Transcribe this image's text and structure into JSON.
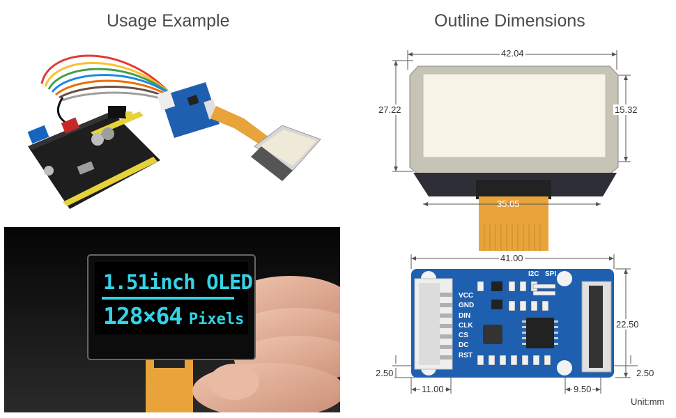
{
  "titles": {
    "left": "Usage Example",
    "right": "Outline Dimensions"
  },
  "oled_screen": {
    "line1": "1.51inch OLED",
    "line2_big": "128×64",
    "line2_small": "Pixels",
    "text_color": "#34d3e6"
  },
  "top_dims": {
    "width": "42.04",
    "height": "27.22",
    "active_height": "15.32",
    "fpc_width": "35.05"
  },
  "board_dims": {
    "width": "41.00",
    "height": "22.50",
    "left_margin": "2.50",
    "right_margin": "2.50",
    "left_offset": "11.00",
    "right_offset": "9.50"
  },
  "board_labels": {
    "pins": [
      "VCC",
      "GND",
      "DIN",
      "CLK",
      "CS",
      "DC",
      "RST"
    ],
    "mode_left": "I2C",
    "mode_right": "SPI"
  },
  "unit": "Unit:mm",
  "colors": {
    "pcb_blue": "#1f5fb0",
    "fpc_orange": "#e8a33a",
    "arduino_black": "#1e1e1e",
    "header_yellow": "#e6d23a"
  }
}
